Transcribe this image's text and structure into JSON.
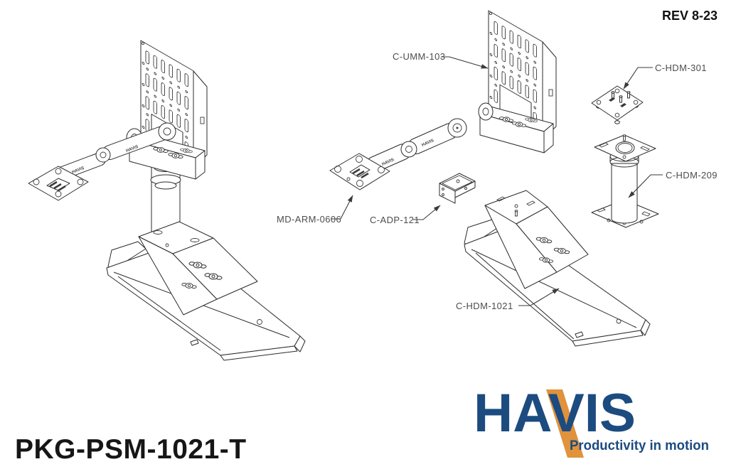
{
  "header": {
    "revision": "REV 8-23"
  },
  "footer": {
    "part_number": "PKG-PSM-1021-T"
  },
  "callouts": {
    "c_umm_103": "C-UMM-103",
    "c_hdm_301": "C-HDM-301",
    "c_hdm_209": "C-HDM-209",
    "md_arm_0606": "MD-ARM-0606",
    "c_adp_121": "C-ADP-121",
    "c_hdm_1021": "C-HDM-1021"
  },
  "logo": {
    "brand": "HAVIS",
    "tagline": "Productivity in motion",
    "navy_color": "#1c4b80",
    "orange_color": "#e0923c"
  },
  "diagram": {
    "line_color": "#2b2b2b",
    "callout_color": "#4d4d4d"
  }
}
